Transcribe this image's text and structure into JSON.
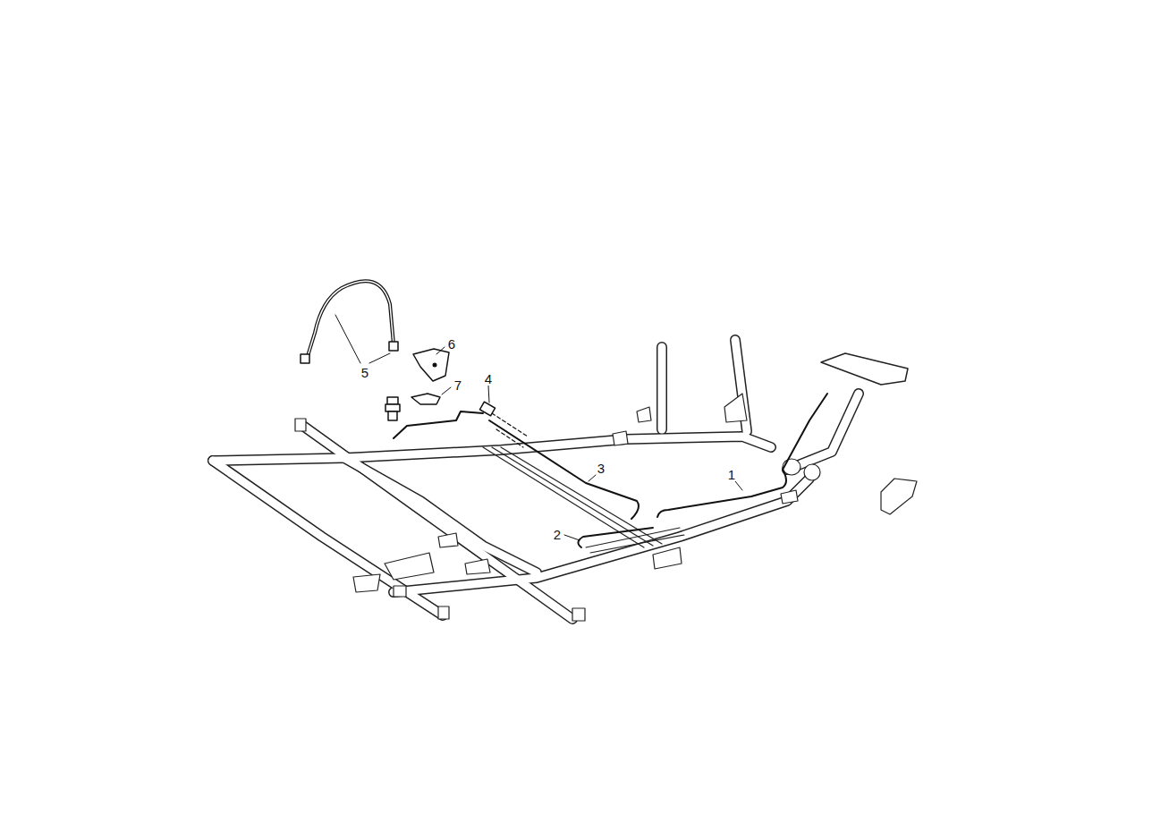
{
  "diagram": {
    "labels": [
      "6",
      "5",
      "4",
      "7",
      "3",
      "1",
      "2"
    ]
  }
}
